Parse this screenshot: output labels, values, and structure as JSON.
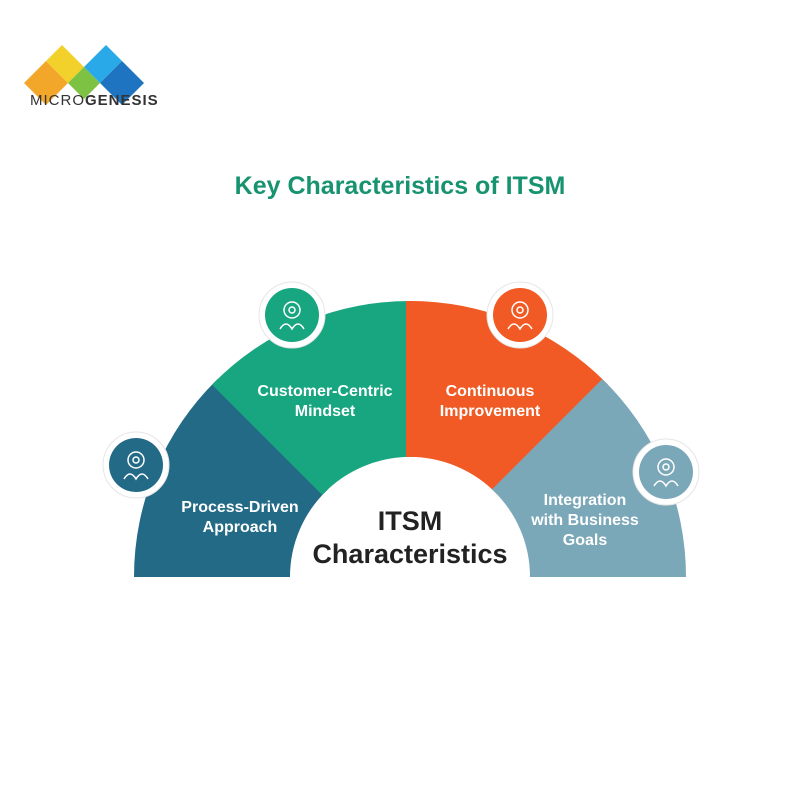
{
  "logo": {
    "text_light": "MICRO",
    "text_bold": "GENESIS"
  },
  "title": "Key Characteristics of ITSM",
  "center": {
    "line1": "ITSM",
    "line2": "Characteristics"
  },
  "segments": [
    {
      "lines": [
        "Process-Driven",
        "Approach"
      ],
      "color": "#236a86",
      "icon": "process-workflow-icon"
    },
    {
      "lines": [
        "Customer-Centric",
        "Mindset"
      ],
      "color": "#18a680",
      "icon": "target-customers-icon"
    },
    {
      "lines": [
        "Continuous",
        "Improvement"
      ],
      "color": "#f15a24",
      "icon": "improvement-cycle-icon"
    },
    {
      "lines": [
        "Integration",
        "with Business",
        "Goals"
      ],
      "color": "#7ba8b9",
      "icon": "target-growth-chart-icon"
    }
  ]
}
